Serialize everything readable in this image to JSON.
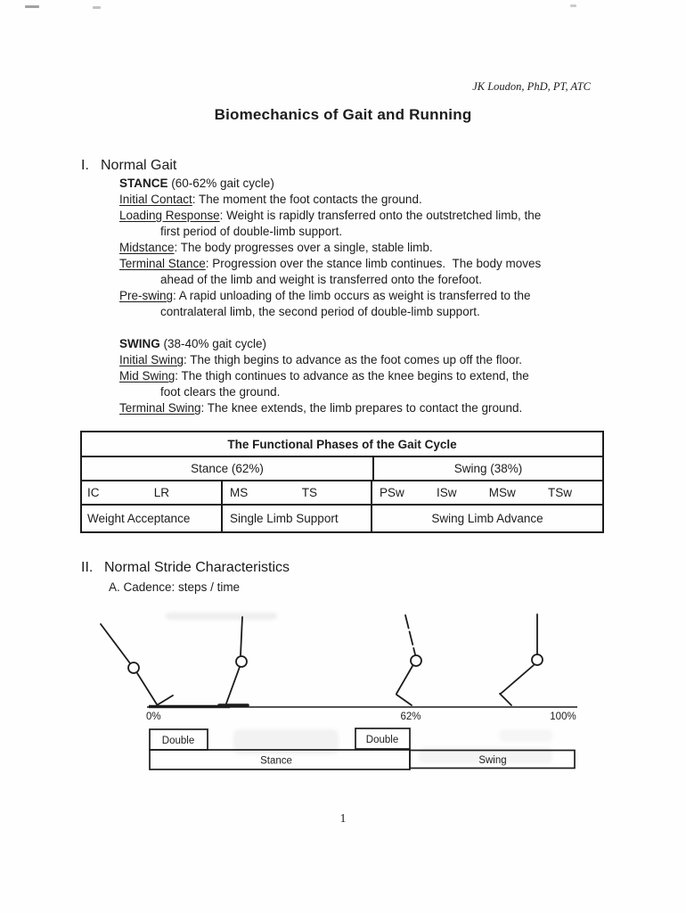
{
  "header": {
    "author": "JK Loudon, PhD, PT, ATC",
    "title": "Biomechanics of Gait and Running"
  },
  "section1": {
    "numeral": "I.",
    "title": "Normal Gait",
    "stance": {
      "label": "STANCE",
      "paren": " (60-62% gait cycle)",
      "items": [
        {
          "term": "Initial Contact",
          "rest": ": The moment the foot contacts the ground.",
          "cont": ""
        },
        {
          "term": "Loading Response",
          "rest": ": Weight is rapidly transferred onto the outstretched limb, the",
          "cont": "first period of double-limb support."
        },
        {
          "term": "Midstance",
          "rest": ": The body progresses over a single, stable limb.",
          "cont": ""
        },
        {
          "term": "Terminal Stance",
          "rest": ": Progression over the stance limb continues.  The body moves",
          "cont": "ahead of the limb and weight is transferred onto the forefoot."
        },
        {
          "term": "Pre-swing",
          "rest": ": A rapid unloading of the limb occurs as weight is transferred to the",
          "cont": "contralateral limb, the second period of double-limb support."
        }
      ]
    },
    "swing": {
      "label": "SWING",
      "paren": " (38-40% gait cycle)",
      "items": [
        {
          "term": "Initial Swing",
          "rest": ": The thigh begins to advance as the foot comes up off the floor.",
          "cont": ""
        },
        {
          "term": "Mid Swing",
          "rest": ": The thigh continues to advance as the knee begins to extend, the",
          "cont": "foot clears the ground."
        },
        {
          "term": "Terminal Swing",
          "rest": ": The knee extends, the limb prepares to contact the ground.",
          "cont": ""
        }
      ]
    }
  },
  "table": {
    "title": "The Functional Phases of the Gait Cycle",
    "stance_header": "Stance (62%)",
    "swing_header": "Swing (38%)",
    "abbrev": {
      "ic": "IC",
      "lr": "LR",
      "ms": "MS",
      "ts": "TS",
      "psw": "PSw",
      "isw": "ISw",
      "msw": "MSw",
      "tsw": "TSw"
    },
    "groups": {
      "weight_acceptance": "Weight Acceptance",
      "single_limb_support": "Single Limb Support",
      "swing_limb_advance": "Swing Limb Advance"
    }
  },
  "section2": {
    "numeral": "II.",
    "title": "Normal Stride Characteristics",
    "sub": "A. Cadence: steps / time"
  },
  "diagram": {
    "tick_0": "0%",
    "tick_62": "62%",
    "tick_100": "100%",
    "double1_label": "Double",
    "double2_label": "Double",
    "stance_label": "Stance",
    "swing_label": "Swing"
  },
  "footer": {
    "page_number": "1"
  }
}
